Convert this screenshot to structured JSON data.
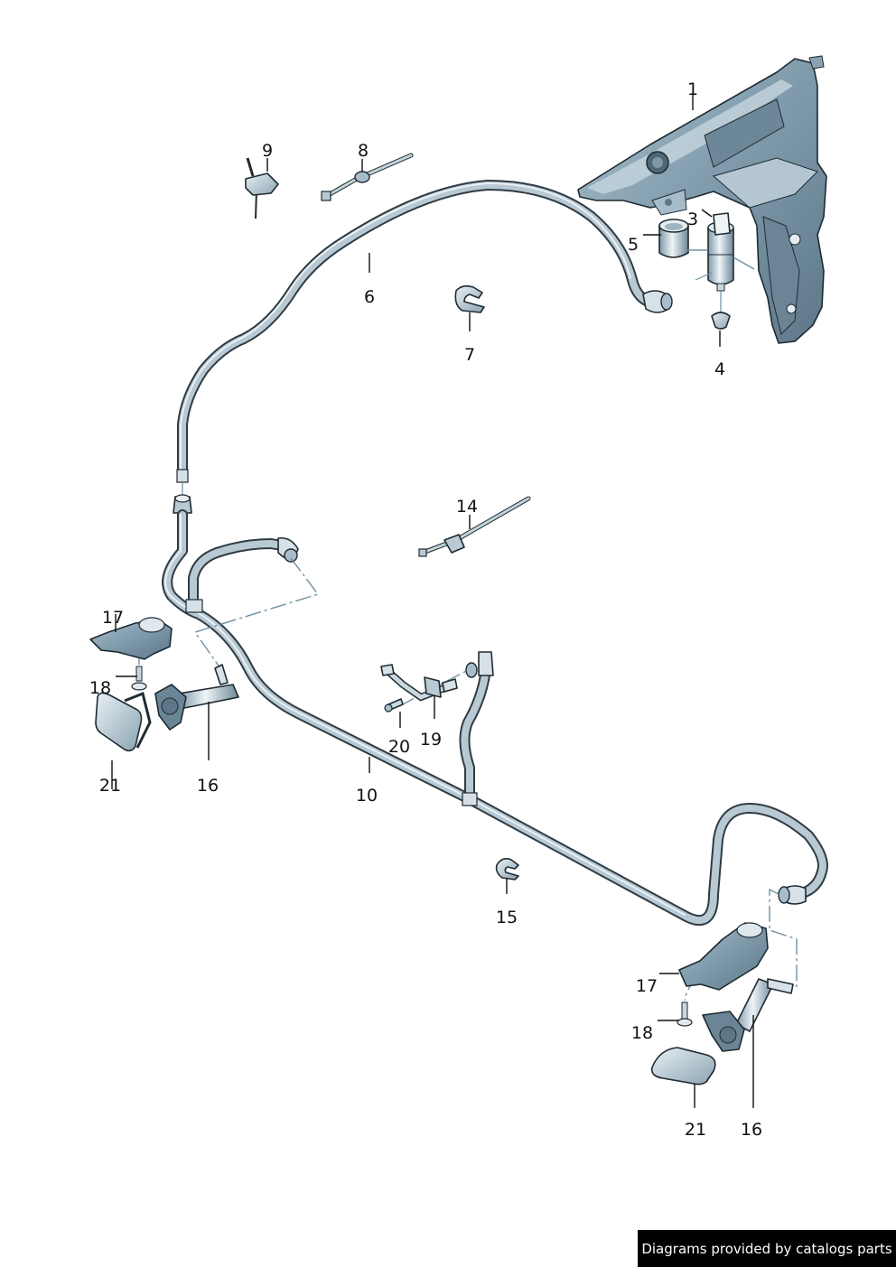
{
  "diagram": {
    "title": "Headlight washer system parts diagram",
    "callouts": [
      {
        "id": "callout-1",
        "label": "1",
        "part": "washer-fluid-reservoir"
      },
      {
        "id": "callout-3",
        "label": "3",
        "part": "washer-pump"
      },
      {
        "id": "callout-4",
        "label": "4",
        "part": "grommet"
      },
      {
        "id": "callout-5",
        "label": "5",
        "part": "seal-ring"
      },
      {
        "id": "callout-6",
        "label": "6",
        "part": "hose"
      },
      {
        "id": "callout-7",
        "label": "7",
        "part": "hose-clip"
      },
      {
        "id": "callout-8",
        "label": "8",
        "part": "cable-tie"
      },
      {
        "id": "callout-9",
        "label": "9",
        "part": "holder-clip"
      },
      {
        "id": "callout-10",
        "label": "10",
        "part": "hose"
      },
      {
        "id": "callout-14",
        "label": "14",
        "part": "cable-tie-with-holder"
      },
      {
        "id": "callout-15",
        "label": "15",
        "part": "hose-clip"
      },
      {
        "id": "callout-16-left",
        "label": "16",
        "part": "telescopic-washer-nozzle"
      },
      {
        "id": "callout-16-right",
        "label": "16",
        "part": "telescopic-washer-nozzle"
      },
      {
        "id": "callout-17-left",
        "label": "17",
        "part": "nozzle-bracket"
      },
      {
        "id": "callout-17-right",
        "label": "17",
        "part": "nozzle-bracket"
      },
      {
        "id": "callout-18-left",
        "label": "18",
        "part": "screw"
      },
      {
        "id": "callout-18-right",
        "label": "18",
        "part": "screw"
      },
      {
        "id": "callout-19",
        "label": "19",
        "part": "filler-neck-connector"
      },
      {
        "id": "callout-20",
        "label": "20",
        "part": "bolt"
      },
      {
        "id": "callout-21-left",
        "label": "21",
        "part": "nozzle-cover-cap"
      },
      {
        "id": "callout-21-right",
        "label": "21",
        "part": "nozzle-cover-cap"
      }
    ],
    "colors": {
      "part_fill": "#8fa9b8",
      "part_dark": "#5d7788",
      "part_light": "#d6e2e9",
      "outline": "#1f2a31",
      "dash_line": "#6f8fa3",
      "background": "#ffffff"
    }
  },
  "footer": {
    "credit": "Diagrams provided by catalogs parts"
  }
}
